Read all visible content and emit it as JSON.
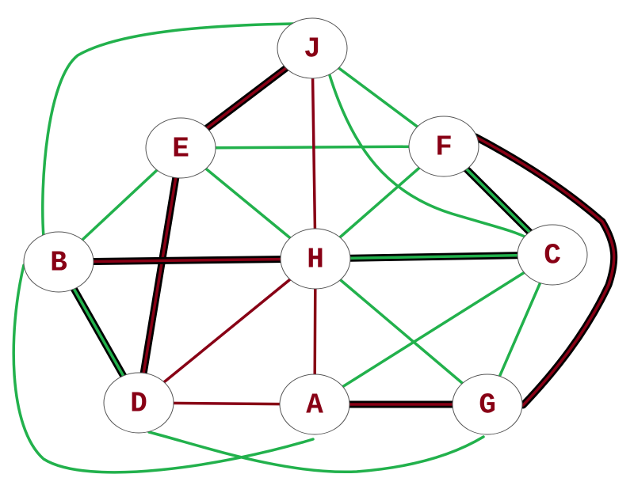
{
  "colors": {
    "green": "#22b14c",
    "maroon": "#880015",
    "black": "#000000",
    "label": "#880015",
    "node_fill": "#ffffff",
    "node_border": "#555555"
  },
  "nodes": [
    {
      "id": "J",
      "label": "J"
    },
    {
      "id": "E",
      "label": "E"
    },
    {
      "id": "F",
      "label": "F"
    },
    {
      "id": "B",
      "label": "B"
    },
    {
      "id": "H",
      "label": "H"
    },
    {
      "id": "C",
      "label": "C"
    },
    {
      "id": "D",
      "label": "D"
    },
    {
      "id": "A",
      "label": "A"
    },
    {
      "id": "G",
      "label": "G"
    }
  ],
  "edges": [
    {
      "from": "J",
      "to": "B",
      "style": "green",
      "curve": "outer-top-left"
    },
    {
      "from": "B",
      "to": "A",
      "style": "green",
      "curve": "outer-bottom-left"
    },
    {
      "from": "D",
      "to": "G",
      "style": "green",
      "curve": "bottom-dip"
    },
    {
      "from": "J",
      "to": "C",
      "style": "green",
      "curve": "arc"
    },
    {
      "from": "J",
      "to": "F",
      "style": "green"
    },
    {
      "from": "E",
      "to": "F",
      "style": "green"
    },
    {
      "from": "E",
      "to": "B",
      "style": "green"
    },
    {
      "from": "E",
      "to": "H",
      "style": "green"
    },
    {
      "from": "F",
      "to": "H",
      "style": "green"
    },
    {
      "from": "H",
      "to": "G",
      "style": "green"
    },
    {
      "from": "C",
      "to": "A",
      "style": "green"
    },
    {
      "from": "C",
      "to": "G",
      "style": "green"
    },
    {
      "from": "J",
      "to": "H",
      "style": "maroon"
    },
    {
      "from": "H",
      "to": "D",
      "style": "maroon"
    },
    {
      "from": "H",
      "to": "A",
      "style": "maroon"
    },
    {
      "from": "D",
      "to": "A",
      "style": "maroon"
    },
    {
      "from": "J",
      "to": "E",
      "style": "black-maroon"
    },
    {
      "from": "E",
      "to": "D",
      "style": "black-maroon"
    },
    {
      "from": "B",
      "to": "H",
      "style": "black-maroon"
    },
    {
      "from": "A",
      "to": "G",
      "style": "black-maroon"
    },
    {
      "from": "F",
      "to": "G",
      "style": "black-maroon",
      "curve": "outer-right"
    },
    {
      "from": "B",
      "to": "D",
      "style": "black-green"
    },
    {
      "from": "F",
      "to": "C",
      "style": "black-green"
    },
    {
      "from": "H",
      "to": "C",
      "style": "black-green"
    }
  ]
}
